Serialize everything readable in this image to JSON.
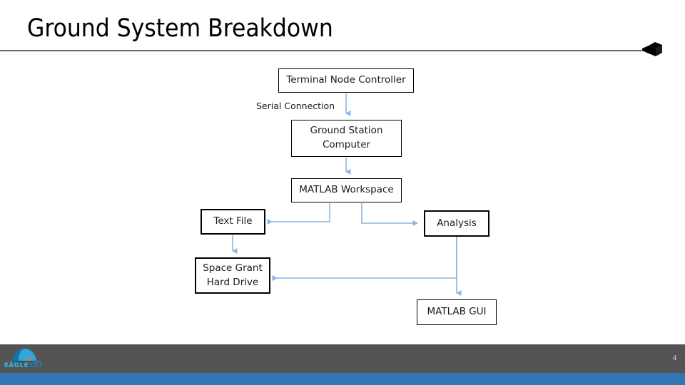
{
  "slide": {
    "title": "Ground System Breakdown",
    "page_number": "4",
    "colors": {
      "title_rule": "#666666",
      "connector": "#8eb4e3",
      "footer_band": "#545454",
      "footer_accent": "#3275b5",
      "logo_accent": "#2fb9ec",
      "node_border": "#000000",
      "text": "#1a1a1a"
    }
  },
  "header": {
    "title": "Ground System Breakdown",
    "decoration_icon": "cube-icon"
  },
  "diagram": {
    "type": "flowchart",
    "nodes": [
      {
        "id": "tnc",
        "label": "Terminal Node Controller",
        "lines": [
          "Terminal Node Controller"
        ],
        "border": "thin"
      },
      {
        "id": "gsc",
        "label": "Ground Station Computer",
        "lines": [
          "Ground Station",
          "Computer"
        ],
        "border": "thin"
      },
      {
        "id": "mw",
        "label": "MATLAB Workspace",
        "lines": [
          "MATLAB Workspace"
        ],
        "border": "thin"
      },
      {
        "id": "tf",
        "label": "Text File",
        "lines": [
          "Text File"
        ],
        "border": "thick"
      },
      {
        "id": "an",
        "label": "Analysis",
        "lines": [
          "Analysis"
        ],
        "border": "thick"
      },
      {
        "id": "sghd",
        "label": "Space Grant Hard Drive",
        "lines": [
          "Space Grant",
          "Hard Drive"
        ],
        "border": "thick"
      },
      {
        "id": "gui",
        "label": "MATLAB GUI",
        "lines": [
          "MATLAB GUI"
        ],
        "border": "thin"
      }
    ],
    "edges": [
      {
        "from": "tnc",
        "to": "gsc",
        "label": "Serial Connection"
      },
      {
        "from": "gsc",
        "to": "mw",
        "label": ""
      },
      {
        "from": "mw",
        "to": "tf",
        "label": ""
      },
      {
        "from": "mw",
        "to": "an",
        "label": ""
      },
      {
        "from": "tf",
        "to": "sghd",
        "label": ""
      },
      {
        "from": "an",
        "to": "sghd",
        "label": ""
      },
      {
        "from": "an",
        "to": "gui",
        "label": ""
      }
    ],
    "edge_labels": {
      "serial_connection": "Serial Connection"
    }
  },
  "footer": {
    "logo_text_part1": "EAGLE",
    "logo_text_part2": "SAT",
    "logo_full": "EAGLESAT",
    "page_number": "4"
  }
}
